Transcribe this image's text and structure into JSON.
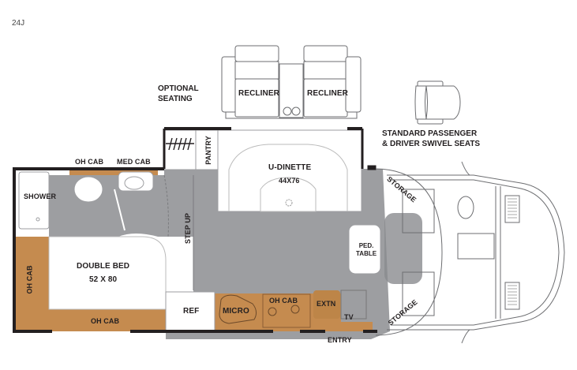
{
  "model": "24J",
  "colors": {
    "floor": "#9d9ea1",
    "cabinet": "#c58b4f",
    "wall": "#231f20",
    "fixture": "#ffffff",
    "line": "#6d6e71"
  },
  "optional_seating": {
    "heading_line1": "OPTIONAL",
    "heading_line2": "SEATING",
    "left_seat": "RECLINER",
    "right_seat": "RECLINER"
  },
  "standard_seats": {
    "caption_line1": "STANDARD PASSENGER",
    "caption_line2": "& DRIVER SWIVEL SEATS"
  },
  "rooms": {
    "oh_cab_bath": "OH CAB",
    "med_cab": "MED CAB",
    "shower": "SHOWER",
    "bed_label": "DOUBLE BED",
    "bed_size": "52 X 80",
    "oh_cab_side": "OH CAB",
    "oh_cab_bottom": "OH CAB",
    "step_up": "STEP UP",
    "pantry": "PANTRY",
    "dinette_label": "U-DINETTE",
    "dinette_size": "44X76",
    "ped_table_line1": "PED.",
    "ped_table_line2": "TABLE",
    "storage_top": "STORAGE",
    "storage_bottom": "STORAGE",
    "ref": "REF",
    "micro": "MICRO",
    "oh_cab_kitchen": "OH CAB",
    "extn": "EXTN",
    "tv": "TV",
    "entry": "ENTRY"
  }
}
